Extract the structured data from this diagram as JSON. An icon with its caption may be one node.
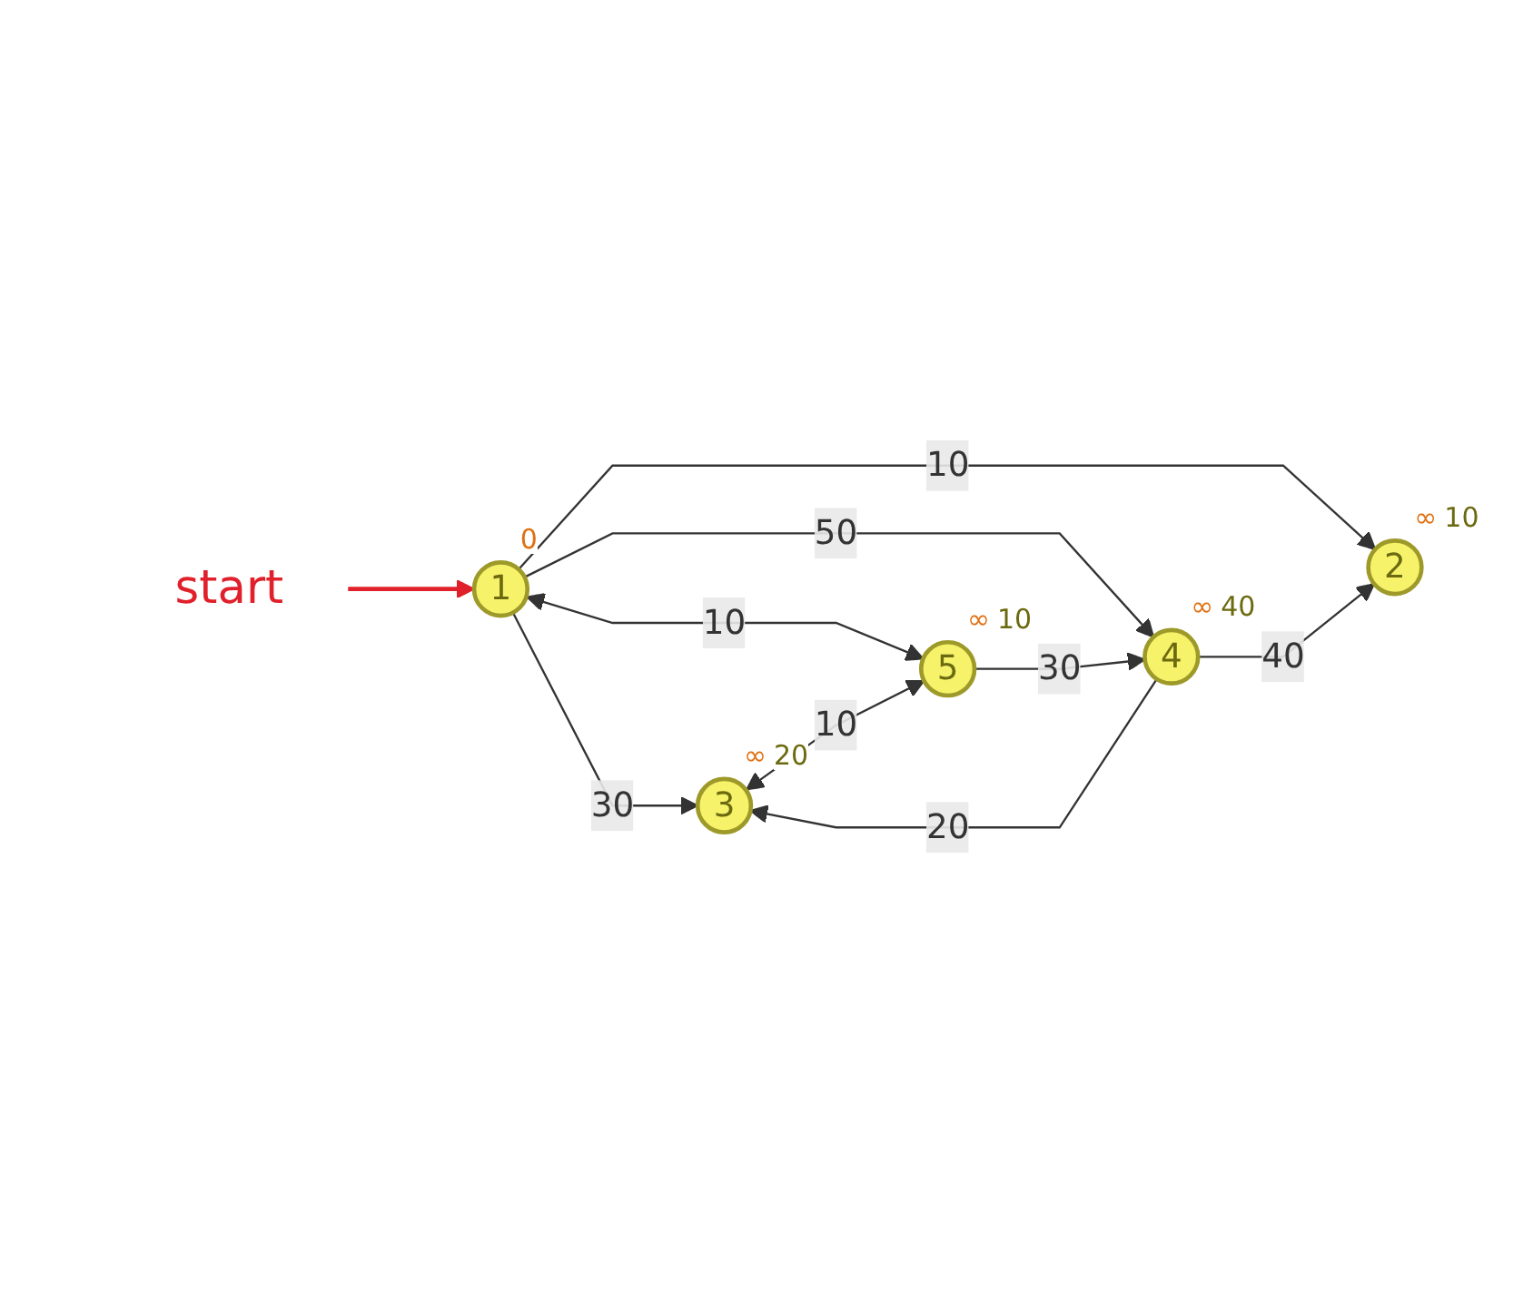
{
  "diagram": {
    "nodes": [
      {
        "text": [
          "start"
        ]
      },
      {
        "text": [
          "1"
        ],
        "beside": [
          "0"
        ]
      },
      {
        "text": [
          "2"
        ],
        "beside": [
          "∞",
          "10"
        ]
      },
      {
        "text": [
          "3"
        ],
        "beside": [
          "∞",
          "20"
        ]
      },
      {
        "text": [
          "4"
        ],
        "beside": [
          "∞",
          "40"
        ]
      },
      {
        "text": [
          "5"
        ],
        "beside": [
          "∞",
          "10"
        ]
      }
    ],
    "edges": [
      {
        "from": 0,
        "to": 1,
        "arrow": "to",
        "color": "#e0202a"
      },
      {
        "from": 1,
        "to": 2,
        "arrow": "to",
        "label": "10"
      },
      {
        "from": 1,
        "to": 3,
        "arrow": "to",
        "label": "30"
      },
      {
        "from": 1,
        "to": 4,
        "arrow": "to",
        "label": "50"
      },
      {
        "from": 1,
        "to": 5,
        "arrow": "both",
        "label": "10"
      },
      {
        "from": 4,
        "to": 2,
        "arrow": "to",
        "label": "40"
      },
      {
        "from": 3,
        "to": 5,
        "arrow": "both",
        "label": "10"
      },
      {
        "from": 5,
        "to": 4,
        "arrow": "to",
        "label": "30"
      },
      {
        "from": 4,
        "to": 3,
        "arrow": "to",
        "label": "20"
      }
    ]
  }
}
